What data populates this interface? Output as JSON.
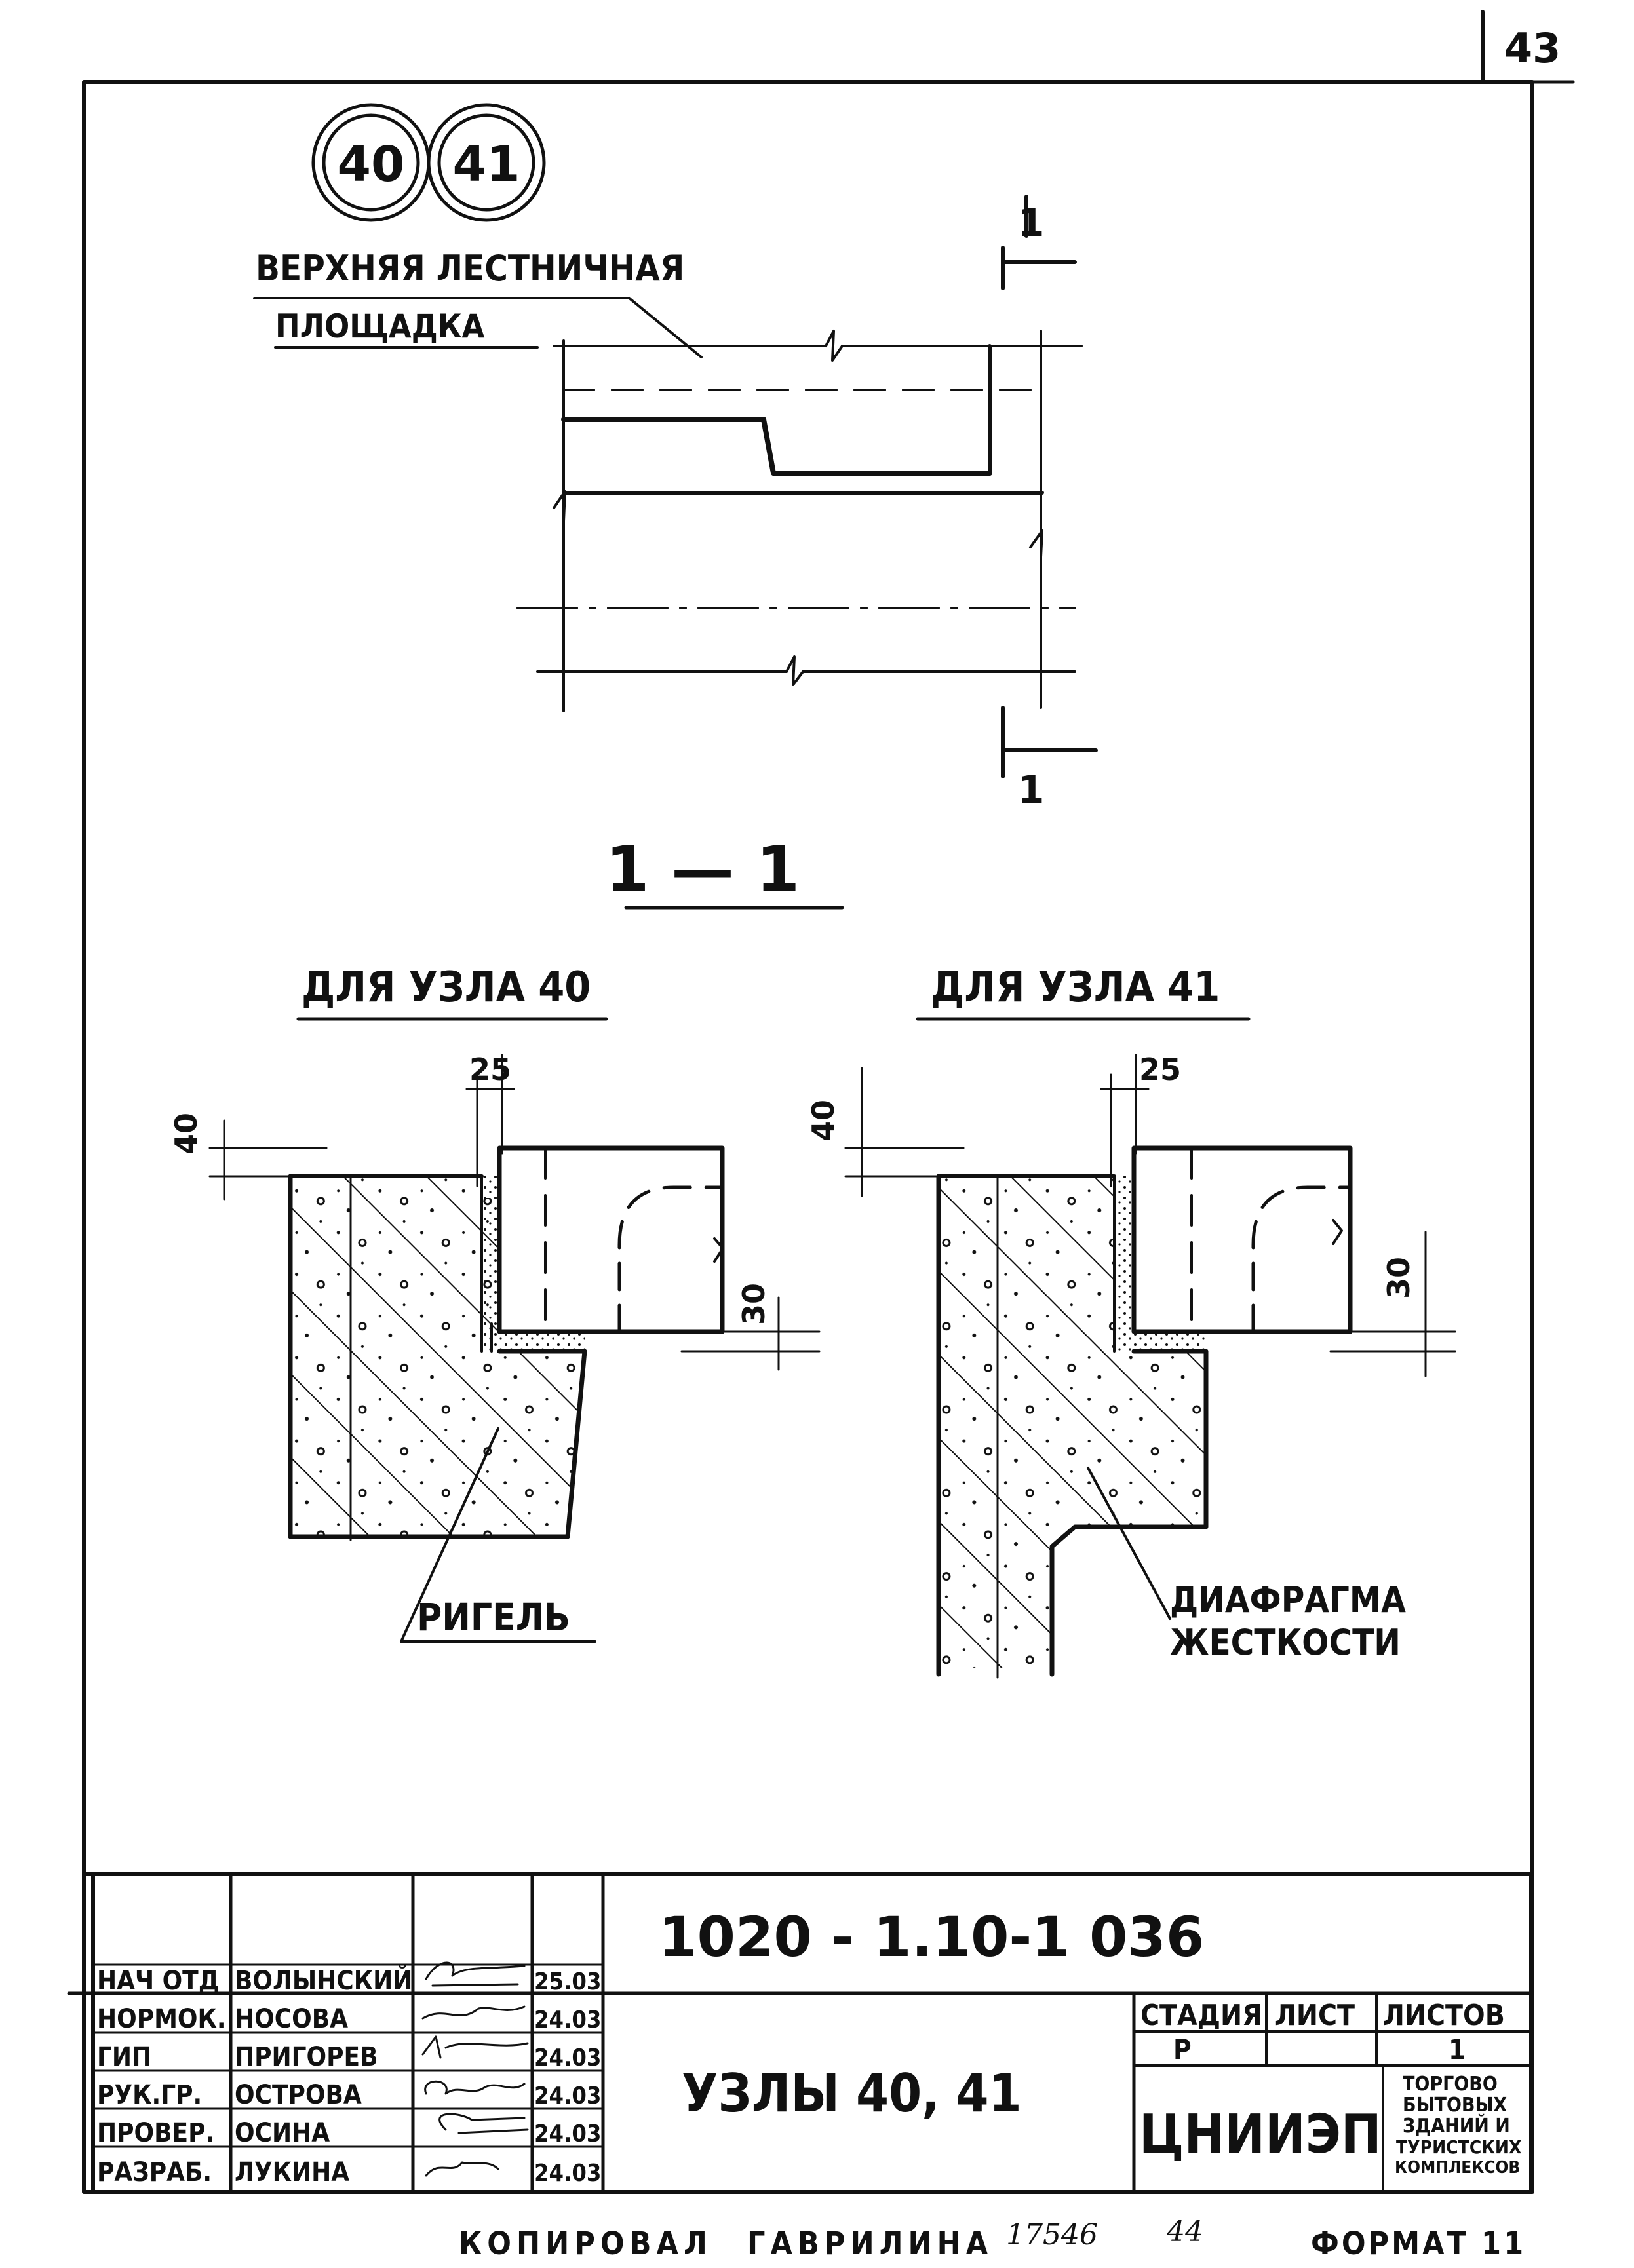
{
  "page_number": "43",
  "node_marks": [
    "40",
    "41"
  ],
  "plan": {
    "label_line1": "ВЕРХНЯЯ ЛЕСТНИЧНАЯ",
    "label_line2": "ПЛОЩАДКА",
    "section_mark": "1"
  },
  "section_title": "1 — 1",
  "node40": {
    "title": "ДЛЯ УЗЛА 40",
    "dim_top": "25",
    "dim_left": "40",
    "dim_right": "30",
    "callout": "РИГЕЛЬ"
  },
  "node41": {
    "title": "ДЛЯ УЗЛА 41",
    "dim_top": "25",
    "dim_left": "40",
    "dim_right": "30",
    "callout_line1": "ДИАФРАГМА",
    "callout_line2": "ЖЕСТКОСТИ"
  },
  "title_block": {
    "doc_code": "1020 - 1.10-1 036",
    "title": "УЗЛЫ 40, 41",
    "stage_header": "СТАДИЯ",
    "sheet_header": "ЛИСТ",
    "sheets_header": "ЛИСТОВ",
    "stage_value": "Р",
    "sheet_value": "",
    "sheets_value": "1",
    "org": "ЦНИИЭП",
    "org_sub": [
      "ТОРГОВО",
      "БЫТОВЫХ",
      "ЗДАНИЙ И",
      "ТУРИСТСКИХ",
      "КОМПЛЕКСОВ"
    ],
    "rows": [
      {
        "role": "НАЧ ОТД",
        "name": "ВОЛЫНСКИЙ",
        "date": "25.03"
      },
      {
        "role": "НОРМОК.",
        "name": "НОСОВА",
        "date": "24.03"
      },
      {
        "role": "ГИП",
        "name": "ПРИГОРЕВ",
        "date": "24.03"
      },
      {
        "role": "РУК.ГР.",
        "name": "ОСТРОВА",
        "date": "24.03"
      },
      {
        "role": "ПРОВЕР.",
        "name": "ОСИНА",
        "date": "24.03"
      },
      {
        "role": "РАЗРАБ.",
        "name": "ЛУКИНА",
        "date": "24.03"
      }
    ]
  },
  "footer": {
    "copied_label": "КОПИРОВАЛ",
    "copied_name": "ГАВРИЛИНА",
    "handwritten_number": "17546",
    "handwritten_sheet": "44",
    "format": "ФОРМАТ 11"
  }
}
